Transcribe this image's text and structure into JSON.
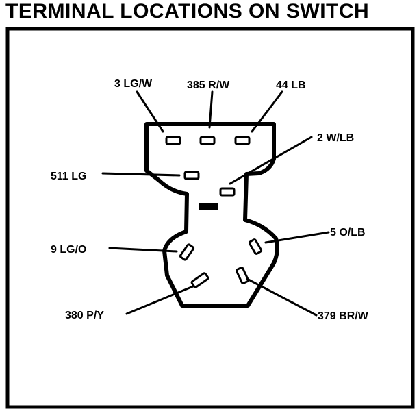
{
  "title": "TERMINAL LOCATIONS ON SWITCH",
  "terminals": [
    {
      "id": "lg-w",
      "label": "3 LG/W"
    },
    {
      "id": "r-w",
      "label": "385 R/W"
    },
    {
      "id": "lb",
      "label": "44 LB"
    },
    {
      "id": "w-lb",
      "label": "2 W/LB"
    },
    {
      "id": "lg",
      "label": "511 LG"
    },
    {
      "id": "o-lb",
      "label": "5 O/LB"
    },
    {
      "id": "lg-o",
      "label": "9 LG/O"
    },
    {
      "id": "p-y",
      "label": "380 P/Y"
    },
    {
      "id": "br-w",
      "label": "379 BR/W"
    }
  ]
}
